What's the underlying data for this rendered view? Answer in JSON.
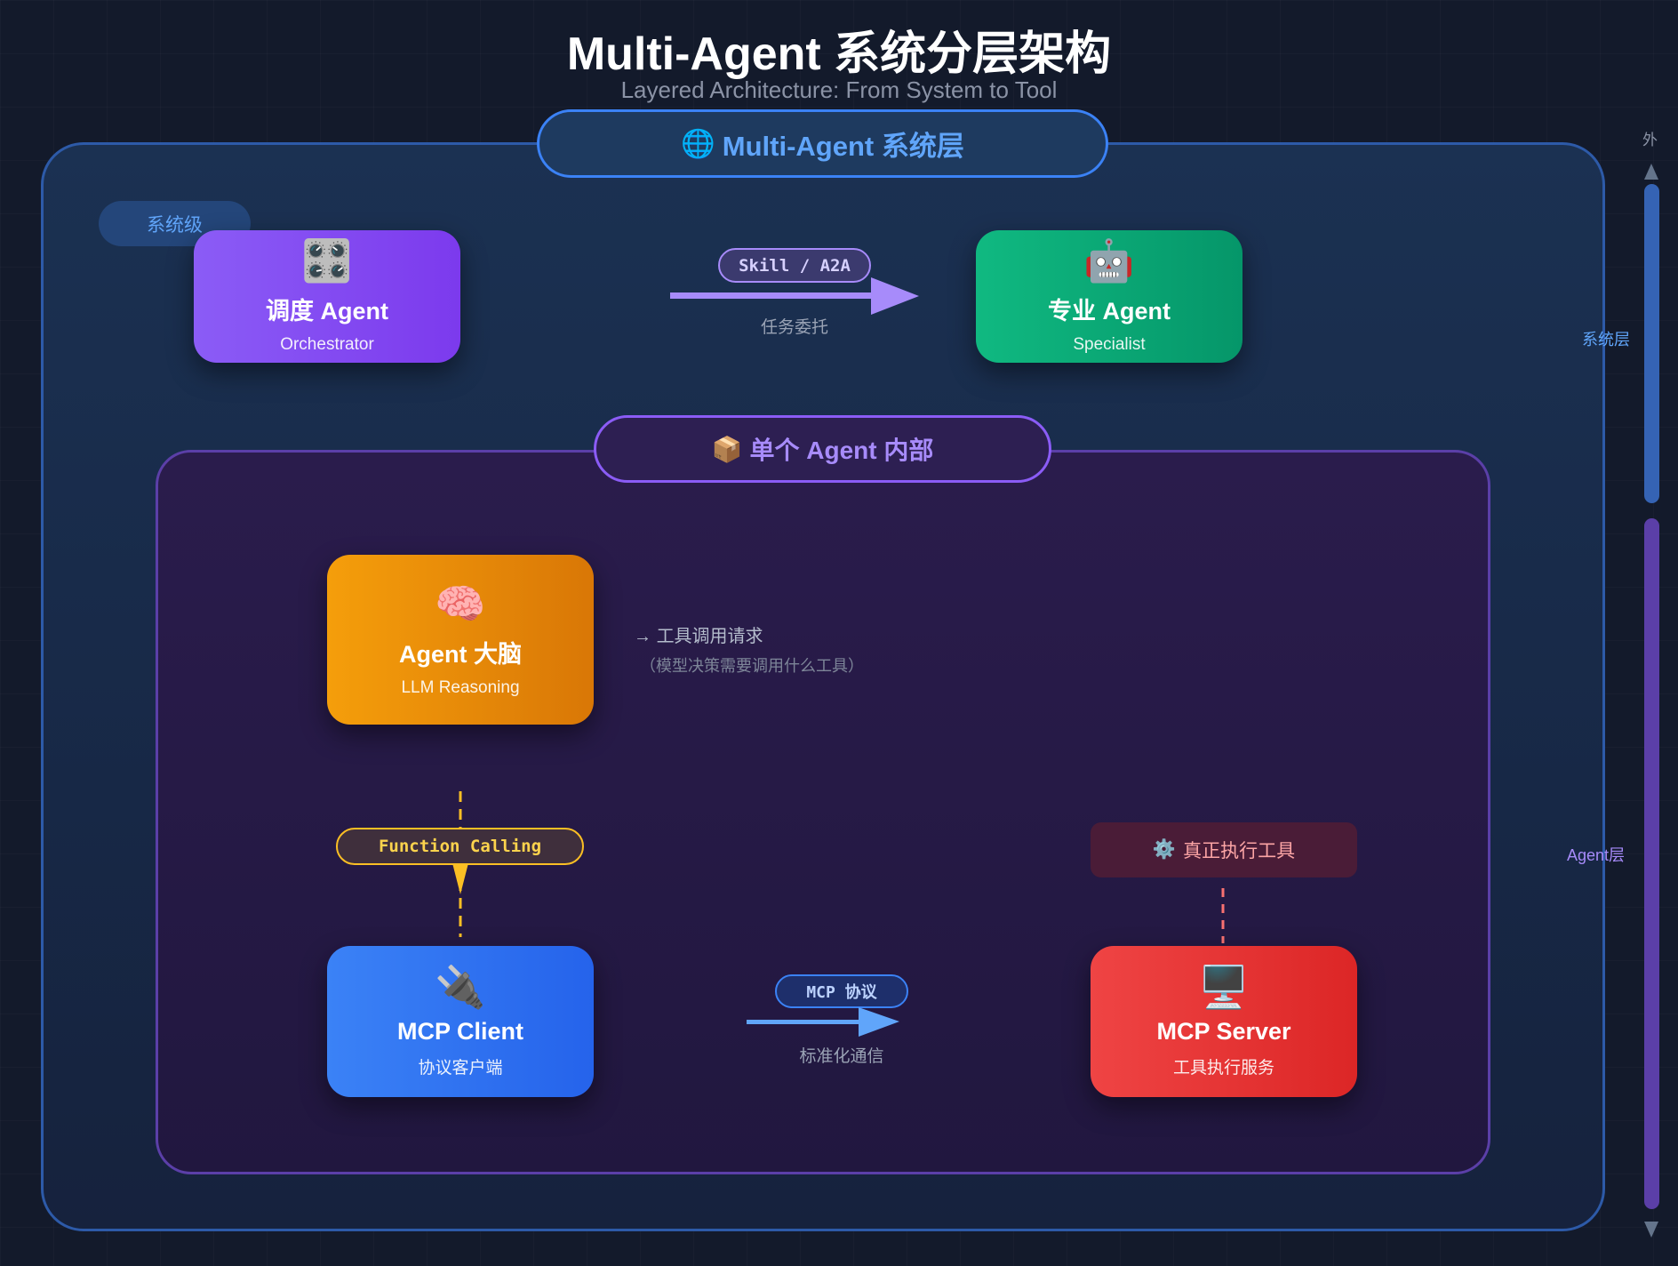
{
  "title": "Multi-Agent 系统分层架构",
  "subtitle": "Layered Architecture: From System to Tool",
  "system_layer": {
    "header": "Multi-Agent 系统层",
    "header_icon": "🌐",
    "badge": "系统级",
    "orchestrator": {
      "icon": "🎛️",
      "title": "调度 Agent",
      "subtitle": "Orchestrator"
    },
    "specialist": {
      "icon": "🤖",
      "title": "专业 Agent",
      "subtitle": "Specialist"
    },
    "delegation": {
      "pill": "Skill / A2A",
      "label": "任务委托"
    }
  },
  "agent_layer": {
    "header": "单个 Agent 内部",
    "header_icon": "📦",
    "brain": {
      "icon": "🧠",
      "title": "Agent 大脑",
      "subtitle": "LLM Reasoning"
    },
    "tool_request": {
      "arrow": "→",
      "title": "工具调用请求",
      "note": "（模型决策需要调用什么工具）"
    },
    "function_calling": "Function Calling",
    "client": {
      "icon": "🔌",
      "title": "MCP Client",
      "subtitle": "协议客户端"
    },
    "protocol": {
      "pill": "MCP 协议",
      "label": "标准化通信"
    },
    "exec": {
      "icon": "⚙️",
      "label": "真正执行工具"
    },
    "server": {
      "icon": "🖥️",
      "title": "MCP Server",
      "subtitle": "工具执行服务"
    }
  },
  "sidebar": {
    "top": "外",
    "system": "系统层",
    "agent": "Agent层"
  },
  "colors": {
    "system": "#3b82f6",
    "agent": "#8b5cf6",
    "orchestrator": "#7c3aed",
    "specialist": "#10b981",
    "brain": "#f59e0b",
    "client": "#3b82f6",
    "server": "#ef4444"
  }
}
